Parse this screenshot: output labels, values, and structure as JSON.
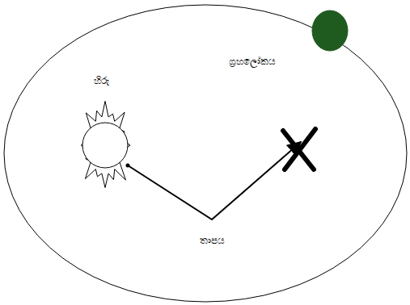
{
  "diagram": {
    "labels": [
      "හිරු",
      "ග්‍රහලෝකය",
      "තාපය"
    ]
  }
}
